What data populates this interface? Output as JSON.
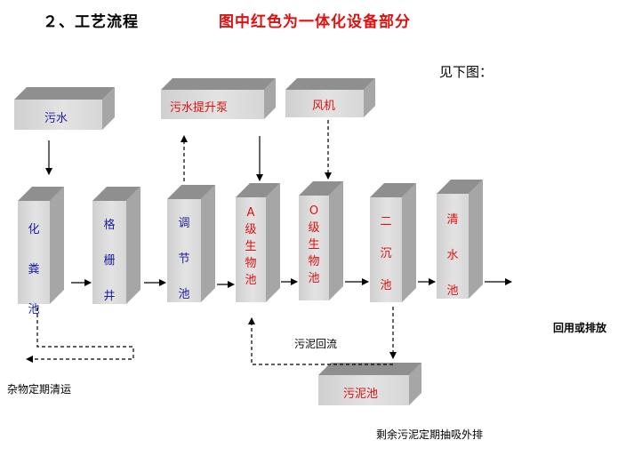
{
  "heading": {
    "number": "２、工艺流程",
    "highlight": "图中红色为一体化设备部分",
    "see_below": "见下图："
  },
  "nodes": [
    {
      "id": "wastewater",
      "label": "污水",
      "color": "#1a1aa8"
    },
    {
      "id": "lift-pump",
      "label": "污水提升泵",
      "color": "#e01010"
    },
    {
      "id": "blower",
      "label": "风机",
      "color": "#e01010"
    },
    {
      "id": "septic-tank",
      "label": "化粪池",
      "color": "#1a1aa8"
    },
    {
      "id": "grille-well",
      "label": "格栅井",
      "color": "#1a1aa8"
    },
    {
      "id": "equalization-tank",
      "label": "调节池",
      "color": "#1a1aa8"
    },
    {
      "id": "a-tank",
      "label": "A级生物池",
      "color": "#e01010"
    },
    {
      "id": "o-tank",
      "label": "O级生物池",
      "color": "#e01010"
    },
    {
      "id": "secondary-clarifier",
      "label": "二沉池",
      "color": "#e01010"
    },
    {
      "id": "clear-water-tank",
      "label": "清水池",
      "color": "#e01010"
    },
    {
      "id": "sludge-tank",
      "label": "污泥池",
      "color": "#e01010"
    }
  ],
  "notes": {
    "sludge_return": "污泥回流",
    "debris": "杂物定期清运",
    "reuse": "回用或排放",
    "excess_sludge": "剩余污泥定期抽吸外排"
  }
}
